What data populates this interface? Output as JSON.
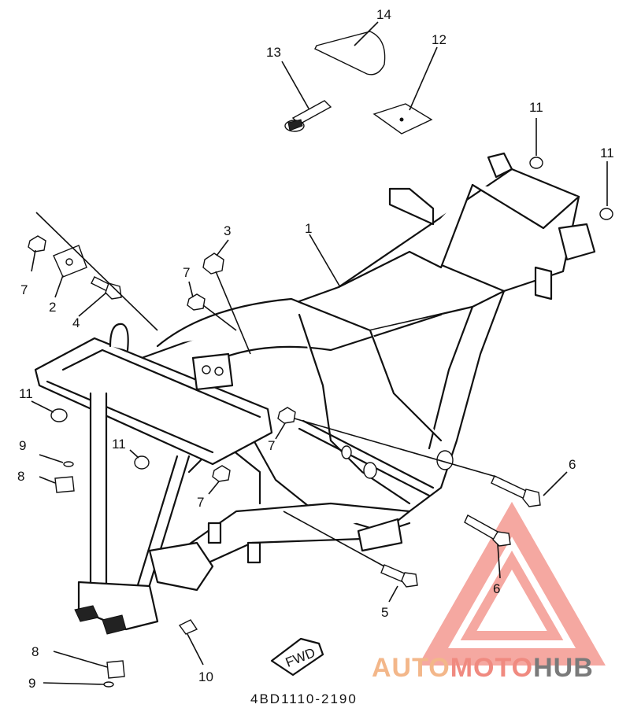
{
  "diagram": {
    "part_code": "4BD1110-2190",
    "fwd_tag": "FWD",
    "callouts": [
      {
        "id": "c14",
        "text": "14"
      },
      {
        "id": "c13",
        "text": "13"
      },
      {
        "id": "c12",
        "text": "12"
      },
      {
        "id": "c11a",
        "text": "11"
      },
      {
        "id": "c11b",
        "text": "11"
      },
      {
        "id": "c3",
        "text": "3"
      },
      {
        "id": "c1",
        "text": "1"
      },
      {
        "id": "c7a",
        "text": "7"
      },
      {
        "id": "c2",
        "text": "2"
      },
      {
        "id": "c4",
        "text": "4"
      },
      {
        "id": "c7b",
        "text": "7"
      },
      {
        "id": "c11c",
        "text": "11"
      },
      {
        "id": "c9a",
        "text": "9"
      },
      {
        "id": "c8a",
        "text": "8"
      },
      {
        "id": "c11d",
        "text": "11"
      },
      {
        "id": "c7c",
        "text": "7"
      },
      {
        "id": "c7d",
        "text": "7"
      },
      {
        "id": "c6a",
        "text": "6"
      },
      {
        "id": "c6b",
        "text": "6"
      },
      {
        "id": "c5",
        "text": "5"
      },
      {
        "id": "c8b",
        "text": "8"
      },
      {
        "id": "c9b",
        "text": "9"
      },
      {
        "id": "c10",
        "text": "10"
      }
    ]
  },
  "watermark": {
    "brand_part1": "AUTO",
    "brand_part2": "MOTO",
    "brand_part3": "HUB",
    "color_part1": "#f3b78a",
    "color_part2": "#f08a80",
    "color_part3": "#7a7a7a",
    "triangle_color": "#f28b82"
  }
}
